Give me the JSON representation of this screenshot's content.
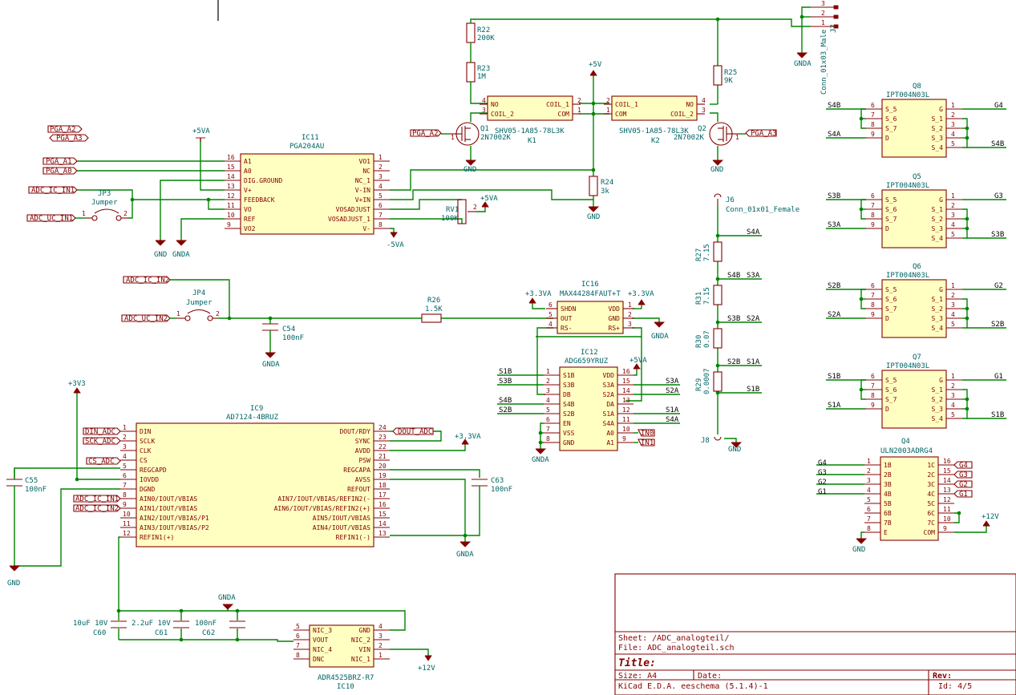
{
  "nets": {
    "pga_a2": "PGA_A2",
    "pga_a3": "PGA_A3",
    "pga_a1": "PGA_A1",
    "pga_a0": "PGA_A0",
    "adc_ic_in1": "ADC_IC_IN1",
    "adc_uc_in1": "ADC_UC_IN1",
    "adc_ic_in2": "ADC_IC_IN2",
    "adc_uc_in2": "ADC_UC_IN2",
    "din_adc": "DIN_ADC",
    "sck_adc": "SCK_ADC",
    "cs_adc": "CS_ADC",
    "dout_adc": "DOUT_ADC",
    "in0": "IN0",
    "in1": "IN1",
    "g1": "G1",
    "g2": "G2",
    "g3": "G3",
    "g4": "G4",
    "s1a": "S1A",
    "s1b": "S1B",
    "s2a": "S2A",
    "s2b": "S2B",
    "s3a": "S3A",
    "s3b": "S3B",
    "s4a": "S4A",
    "s4b": "S4B"
  },
  "power": {
    "p5va": "+5VA",
    "m5va": "-5VA",
    "p5v": "+5V",
    "gnd": "GND",
    "gnda": "GNDA",
    "p3v3a": "+3.3VA",
    "p3v3": "+3V3",
    "p12v": "+12V"
  },
  "parts": {
    "ic11": {
      "ref": "IC11",
      "val": "PGA204AU",
      "left": [
        "A1",
        "A0",
        "DIG.GROUND",
        "V+",
        "FEEDBACK",
        "VO",
        "REF",
        "VO2"
      ],
      "left_nums": [
        "16",
        "15",
        "14",
        "13",
        "12",
        "11",
        "10",
        "9"
      ],
      "right": [
        "VO1",
        "NC",
        "NC_1",
        "V-IN",
        "V+IN",
        "VOSADJUST",
        "VOSADJUST_1",
        "V-"
      ],
      "right_nums": [
        "1",
        "2",
        "3",
        "4",
        "5",
        "6",
        "7",
        "8"
      ]
    },
    "jp3": {
      "ref": "JP3",
      "val": "Jumper"
    },
    "jp4": {
      "ref": "JP4",
      "val": "Jumper"
    },
    "rv1": {
      "ref": "RV1",
      "val": "100K"
    },
    "r22": {
      "ref": "R22",
      "val": "200K"
    },
    "r23": {
      "ref": "R23",
      "val": "1M"
    },
    "r24": {
      "ref": "R24",
      "val": "3k"
    },
    "r25": {
      "ref": "R25",
      "val": "9K"
    },
    "r26": {
      "ref": "R26",
      "val": "1.5K"
    },
    "r27": {
      "ref": "R27",
      "val": "7.15"
    },
    "r31": {
      "ref": "R31",
      "val": "7.15"
    },
    "r30": {
      "ref": "R30",
      "val": "0.07"
    },
    "r29": {
      "ref": "R29",
      "val": "0.0007"
    },
    "c54": {
      "ref": "C54",
      "val": "100nF"
    },
    "c55": {
      "ref": "C55",
      "val": "100nF"
    },
    "c63": {
      "ref": "C63",
      "val": "100nF"
    },
    "c60": {
      "ref": "C60",
      "val": "10uF 10V"
    },
    "c61": {
      "ref": "C61",
      "val": "2.2uF 10V"
    },
    "c62": {
      "ref": "C62",
      "val": "100nF"
    },
    "q1": {
      "ref": "Q1",
      "val": "2N7002K"
    },
    "q2": {
      "ref": "Q2",
      "val": "2N7002K"
    },
    "k1": {
      "ref": "K1",
      "val": "SHV05-1A85-78L3K",
      "left": [
        "NO",
        "COIL_2"
      ],
      "right": [
        "COIL_1",
        "COM"
      ]
    },
    "k2": {
      "ref": "K2",
      "val": "SHV05-1A85-78L3K",
      "left": [
        "COIL_1",
        "COM"
      ],
      "right": [
        "NO",
        "COIL_2"
      ]
    },
    "j7": {
      "ref": "J7",
      "val": "Conn_01x03_Male"
    },
    "j6": {
      "ref": "J6",
      "val": "Conn_01x01_Female"
    },
    "j8": {
      "ref": "J8"
    },
    "ic16": {
      "ref": "IC16",
      "val": "MAX44284FAUT+T",
      "left": [
        "SHDN",
        "OUT",
        "RS-"
      ],
      "left_nums": [
        "6",
        "5",
        "4"
      ],
      "right": [
        "VDD",
        "GND",
        "RS+"
      ],
      "right_nums": [
        "1",
        "2",
        "3"
      ]
    },
    "ic12": {
      "ref": "IC12",
      "val": "ADG659YRUZ",
      "left": [
        "S1B",
        "S3B",
        "DB",
        "S4B",
        "S2B",
        "EN",
        "VSS",
        "GND"
      ],
      "left_nums": [
        "1",
        "2",
        "3",
        "4",
        "5",
        "6",
        "7",
        "8"
      ],
      "right": [
        "VDD",
        "S3A",
        "S2A",
        "DA",
        "S1A",
        "S4A",
        "A0",
        "A1"
      ],
      "right_nums": [
        "16",
        "15",
        "14",
        "13",
        "12",
        "11",
        "10",
        "9"
      ]
    },
    "ic9": {
      "ref": "IC9",
      "val": "AD7124-4BRUZ",
      "left": [
        "DIN",
        "SCLK",
        "CLK",
        "CS",
        "REGCAPD",
        "IOVDD",
        "DGND",
        "AIN0/IOUT/VBIAS",
        "AIN1/IOUT/VBIAS",
        "AIN2/IOUT/VBIAS/P1",
        "AIN3/IOUT/VBIAS/P2",
        "REFIN1(+)"
      ],
      "left_nums": [
        "1",
        "2",
        "3",
        "4",
        "5",
        "6",
        "7",
        "8",
        "9",
        "10",
        "11",
        "12"
      ],
      "right": [
        "DOUT/RDY",
        "SYNC",
        "AVDD",
        "PSW",
        "REGCAPA",
        "AVSS",
        "REFOUT",
        "AIN7/IOUT/VBIAS/REFIN2(-",
        "AIN6/IOUT/VBIAS/REFIN2(+)",
        "AIN5/IOUT/VBIAS",
        "AIN4/IOUT/VBIAS",
        "REFIN1(-)"
      ],
      "right_nums": [
        "24",
        "23",
        "22",
        "21",
        "20",
        "19",
        "18",
        "17",
        "16",
        "15",
        "14",
        "13"
      ]
    },
    "ic10": {
      "ref": "IC10",
      "val": "ADR4525BRZ-R7",
      "left": [
        "NIC_3",
        "VOUT",
        "NIC_4",
        "DNC"
      ],
      "left_nums": [
        "5",
        "6",
        "7",
        "8"
      ],
      "right": [
        "GND",
        "NIC_2",
        "VIN",
        "NIC_1"
      ],
      "right_nums": [
        "4",
        "3",
        "2",
        "1"
      ]
    },
    "q8": {
      "ref": "Q8",
      "val": "IPT004N03L"
    },
    "q5": {
      "ref": "Q5",
      "val": "IPT004N03L"
    },
    "q6": {
      "ref": "Q6",
      "val": "IPT004N03L"
    },
    "q7": {
      "ref": "Q7",
      "val": "IPT004N03L"
    },
    "mos": {
      "left": [
        "S_5",
        "S_6",
        "S_7",
        "D"
      ],
      "left_nums": [
        "6",
        "7",
        "8",
        "9"
      ],
      "right": [
        "G",
        "S_1",
        "S_2",
        "S_3",
        "S_4"
      ],
      "right_nums": [
        "1",
        "2",
        "3",
        "4",
        "5"
      ]
    },
    "q4": {
      "ref": "Q4",
      "val": "ULN2003ADRG4",
      "left": [
        "1B",
        "2B",
        "3B",
        "4B",
        "5B",
        "6B",
        "7B",
        "E"
      ],
      "left_nums": [
        "1",
        "2",
        "3",
        "4",
        "5",
        "6",
        "7",
        "8"
      ],
      "right": [
        "1C",
        "2C",
        "3C",
        "4C",
        "5C",
        "6C",
        "7C",
        "COM"
      ],
      "right_nums": [
        "16",
        "15",
        "14",
        "13",
        "12",
        "11",
        "10",
        "9"
      ]
    }
  },
  "title_block": {
    "sheet": "Sheet: /ADC_analogteil/",
    "file": "File: ADC_analogteil.sch",
    "title_label": "Title:",
    "size": "Size: A4",
    "date": "Date:",
    "rev": "Rev:",
    "tool": "KiCad E.D.A.  eeschema (5.1.4)-1",
    "id": "Id: 4/5"
  }
}
